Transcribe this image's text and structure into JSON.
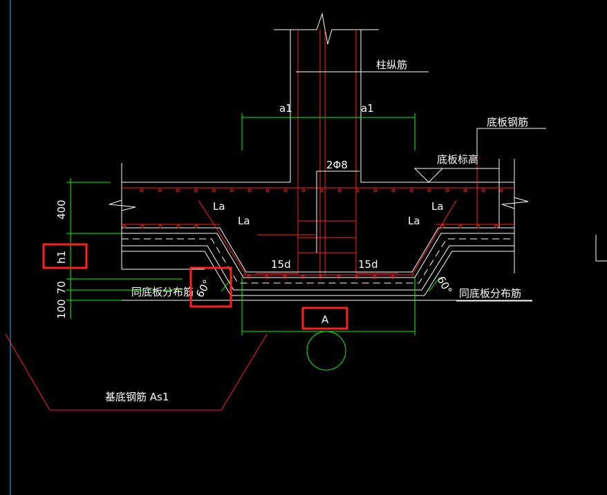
{
  "labels": {
    "column_bars": "柱纵筋",
    "a1_left": "a1",
    "a1_right": "a1",
    "slab_bars": "底板钢筋",
    "slab_elevation": "底板标高",
    "stirrup": "2Φ8",
    "la_1": "La",
    "la_2": "La",
    "la_3": "La",
    "la_4": "La",
    "d15_left": "15d",
    "d15_right": "15d",
    "dim_400": "400",
    "dim_h1": "h1",
    "dim_70": "70",
    "dim_100": "100",
    "angle_left": "60°",
    "angle_right": "60°",
    "dist_left": "同底板分布筋",
    "dist_right": "同底板分布筋",
    "dim_A": "A",
    "base_bars": "基底钢筋 As1"
  },
  "colors": {
    "background": "#000000",
    "structure": "#ffffff",
    "rebar": "#ff2020",
    "dimension": "#00ff00",
    "highlight": "#ff2020"
  }
}
